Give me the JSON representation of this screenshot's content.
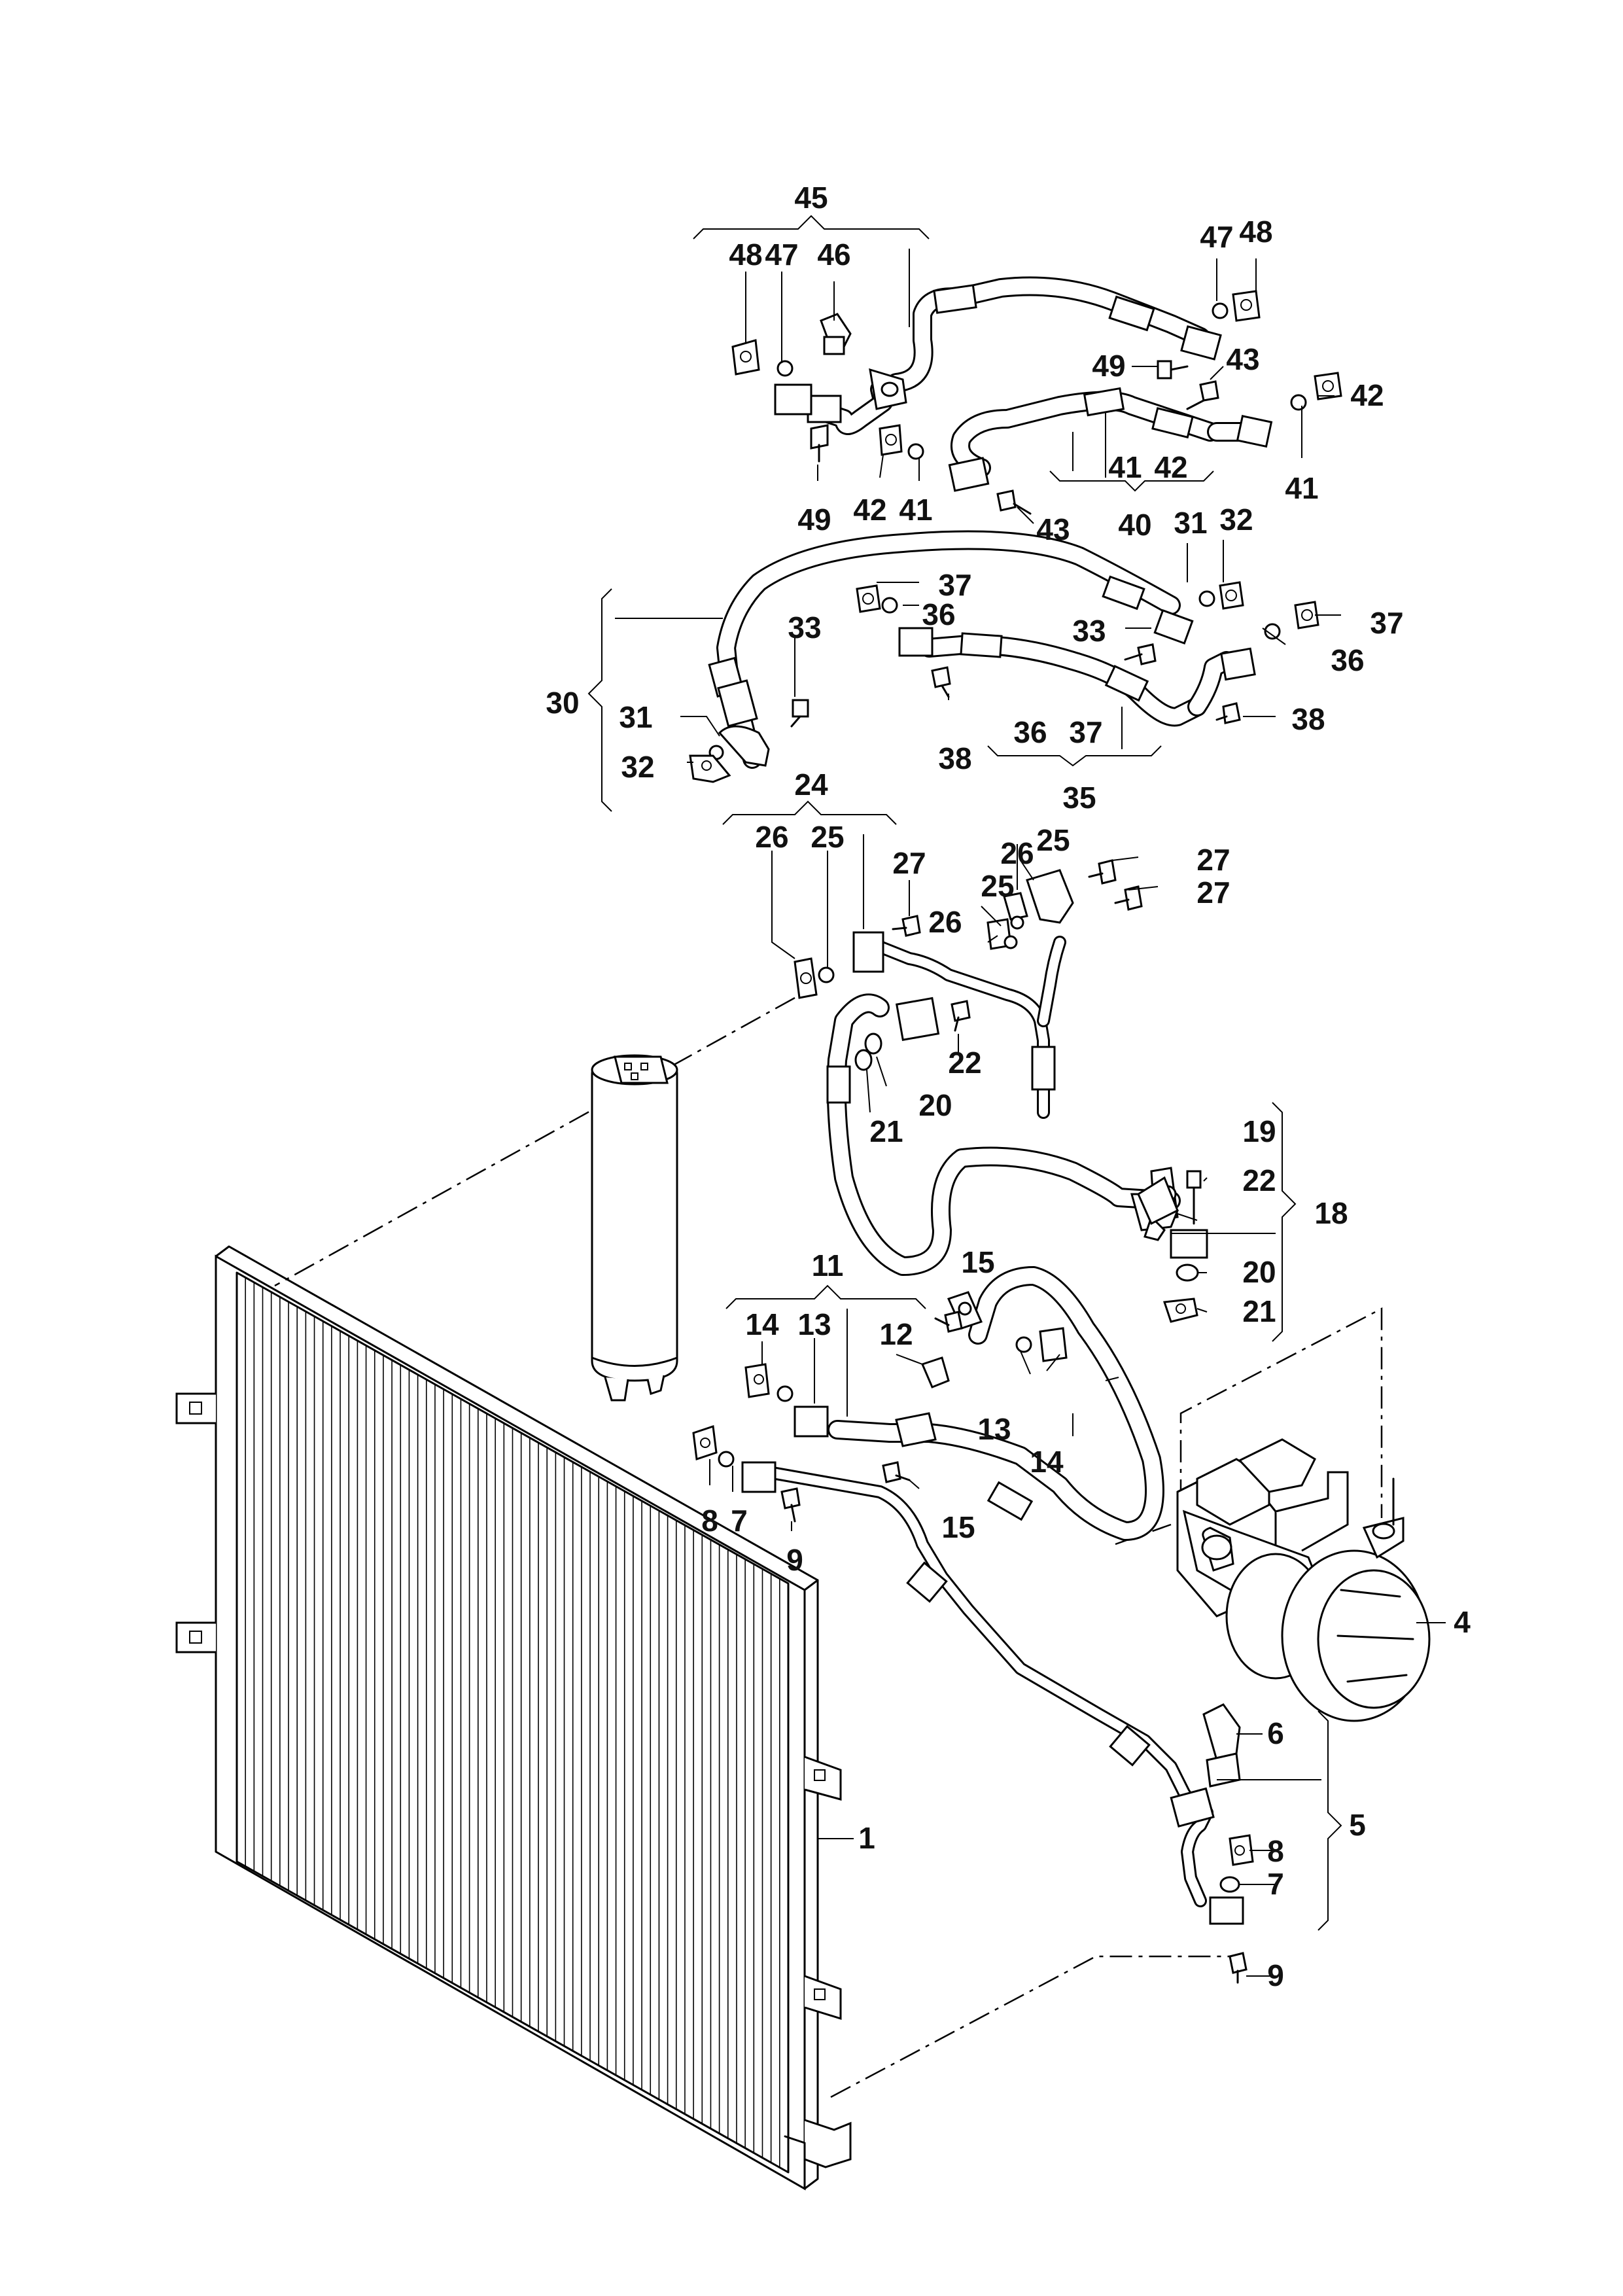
{
  "labels": {
    "l45": "45",
    "l48a": "48",
    "l47a": "47",
    "l46": "46",
    "l47b": "47",
    "l48b": "48",
    "l49a": "49",
    "l43a": "43",
    "l42a": "42",
    "l41a": "41",
    "l42b": "42",
    "l41b": "41",
    "l49b": "49",
    "l43b": "43",
    "l40": "40",
    "l41c": "41",
    "l42c": "42",
    "l31a": "31",
    "l32a": "32",
    "l37a": "37",
    "l36a": "36",
    "l33a": "33",
    "l33b": "33",
    "l37b": "37",
    "l36b": "36",
    "l30": "30",
    "l31b": "31",
    "l32b": "32",
    "l38a": "38",
    "l36c": "36",
    "l37c": "37",
    "l38b": "38",
    "l35": "35",
    "l24": "24",
    "l26a": "26",
    "l25a": "25",
    "l27a": "27",
    "l26b": "26",
    "l25b": "25",
    "l27b": "27",
    "l25c": "25",
    "l26c": "26",
    "l27c": "27",
    "l22a": "22",
    "l20a": "20",
    "l21a": "21",
    "l19": "19",
    "l22b": "22",
    "l18": "18",
    "l20b": "20",
    "l21b": "21",
    "l11": "11",
    "l15a": "15",
    "l14a": "14",
    "l13a": "13",
    "l12": "12",
    "l13b": "13",
    "l14b": "14",
    "l8a": "8",
    "l7a": "7",
    "l9a": "9",
    "l15b": "15",
    "l4": "4",
    "l6": "6",
    "l5": "5",
    "l8b": "8",
    "l7b": "7",
    "l9b": "9",
    "l1": "1"
  },
  "colors": {
    "ink": "#000000",
    "paper": "#ffffff"
  }
}
